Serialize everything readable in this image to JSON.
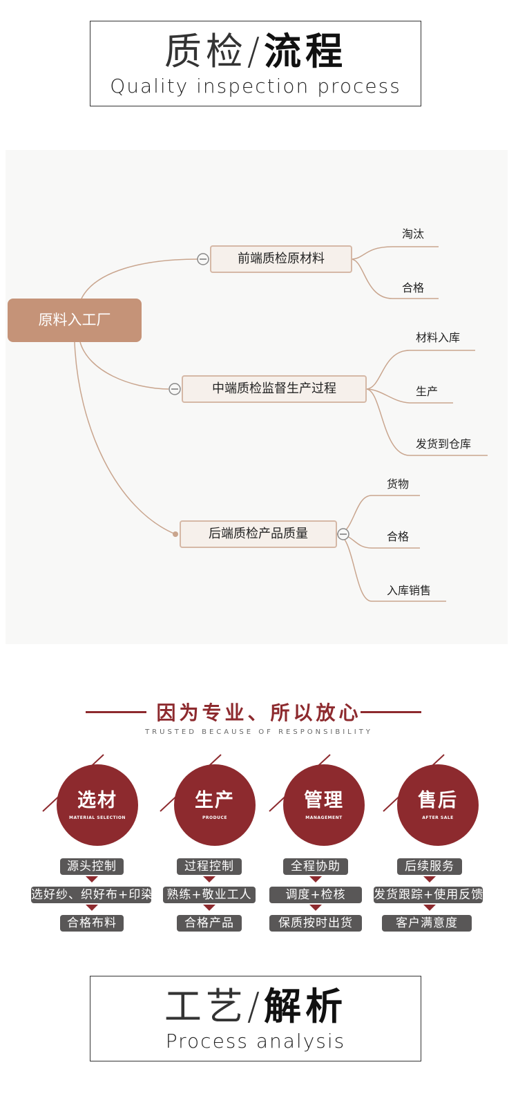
{
  "header1": {
    "cn_light": "质检",
    "slash": "/",
    "cn_bold": "流程",
    "en": "Quality inspection process"
  },
  "mindmap": {
    "root": "原料入工厂",
    "branches": [
      {
        "label": "前端质检原材料",
        "leaves": [
          "淘汰",
          "合格"
        ]
      },
      {
        "label": "中端质检监督生产过程",
        "leaves": [
          "材料入库",
          "生产",
          "发货到仓库"
        ]
      },
      {
        "label": "后端质检产品质量",
        "leaves": [
          "货物",
          "合格",
          "入库销售"
        ]
      }
    ]
  },
  "section": {
    "cn": "因为专业、所以放心",
    "en": "TRUSTED BECAUSE OF RESPONSIBILITY"
  },
  "steps": [
    {
      "title": "选材",
      "sub": "MATERIAL SELECTION",
      "items": [
        "源头控制",
        "选好纱、织好布+印染",
        "合格布料"
      ]
    },
    {
      "title": "生产",
      "sub": "PRODUCE",
      "items": [
        "过程控制",
        "熟练+敬业工人",
        "合格产品"
      ]
    },
    {
      "title": "管理",
      "sub": "MANAGEMENT",
      "items": [
        "全程协助",
        "调度+检核",
        "保质按时出货"
      ]
    },
    {
      "title": "售后",
      "sub": "AFTER SALE",
      "items": [
        "后续服务",
        "发货跟踪+使用反馈",
        "客户满意度"
      ]
    }
  ],
  "header2": {
    "cn_light": "工艺",
    "slash": "/",
    "cn_bold": "解析",
    "en": "Process analysis"
  },
  "colors": {
    "accent": "#8d2a2e",
    "root": "#c59378",
    "branch_line": "#c9a58e",
    "pill": "#595757"
  }
}
